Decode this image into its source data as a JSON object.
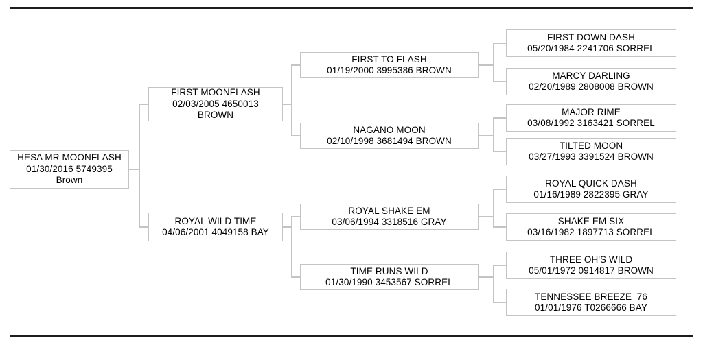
{
  "meta": {
    "kind": "horse-pedigree-chart",
    "generations": 4
  },
  "colors": {
    "box_border": "#c4c4c4",
    "connector_line": "#c4c4c4",
    "rule": "#1c1c1c",
    "text": "#000000",
    "background": "#ffffff"
  },
  "nodes": {
    "subject": {
      "line1": "HESA MR MOONFLASH",
      "line2": "01/30/2016 5749395",
      "line3": "Brown"
    },
    "sire": {
      "line1": "FIRST MOONFLASH",
      "line2": "02/03/2005 4650013",
      "line3": "BROWN"
    },
    "dam": {
      "line1": "ROYAL WILD TIME",
      "line2": "04/06/2001 4049158 BAY"
    },
    "sire_sire": {
      "line1": "FIRST TO FLASH",
      "line2": "01/19/2000 3995386 BROWN"
    },
    "sire_dam": {
      "line1": "NAGANO MOON",
      "line2": "02/10/1998 3681494 BROWN"
    },
    "dam_sire": {
      "line1": "ROYAL SHAKE EM",
      "line2": "03/06/1994 3318516 GRAY"
    },
    "dam_dam": {
      "line1": "TIME RUNS WILD",
      "line2": "01/30/1990 3453567 SORREL"
    },
    "sire_sire_sire": {
      "line1": "FIRST DOWN DASH",
      "line2": "05/20/1984 2241706 SORREL"
    },
    "sire_sire_dam": {
      "line1": "MARCY DARLING",
      "line2": "02/20/1989 2808008 BROWN"
    },
    "sire_dam_sire": {
      "line1": "MAJOR RIME",
      "line2": "03/08/1992 3163421 SORREL"
    },
    "sire_dam_dam": {
      "line1": "TILTED MOON",
      "line2": "03/27/1993 3391524 BROWN"
    },
    "dam_sire_sire": {
      "line1": "ROYAL QUICK DASH",
      "line2": "01/16/1989 2822395 GRAY"
    },
    "dam_sire_dam": {
      "line1": "SHAKE EM SIX",
      "line2": "03/16/1982 1897713 SORREL"
    },
    "dam_dam_sire": {
      "line1": "THREE OH'S WILD",
      "line2": "05/01/1972 0914817 BROWN"
    },
    "dam_dam_dam": {
      "line1": "TENNESSEE BREEZE  76",
      "line2": "01/01/1976 T0266666 BAY"
    }
  }
}
